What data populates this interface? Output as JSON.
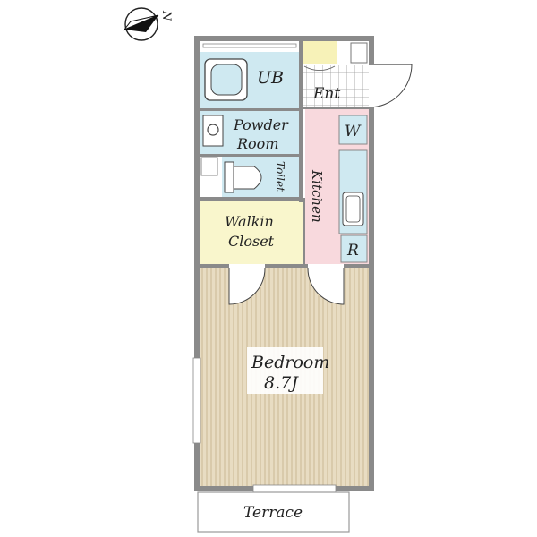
{
  "compass": {
    "label": "N"
  },
  "rooms": {
    "ub": "UB",
    "ent": "Ent",
    "powder_room_line1": "Powder",
    "powder_room_line2": "Room",
    "toilet": "Toilet",
    "kitchen": "Kitchen",
    "washer": "W",
    "refrigerator": "R",
    "walkin_closet_line1": "Walkin",
    "walkin_closet_line2": "Closet",
    "bedroom_line1": "Bedroom",
    "bedroom_line2": "8.7J",
    "terrace": "Terrace"
  },
  "colors": {
    "wall": "#8a8a8a",
    "wet_area": "#cfe9f1",
    "kitchen": "#f8d9dd",
    "closet": "#f9f6cc",
    "entrance_floor": "#f7f2b8",
    "bedroom_floor": "#e8dcc2",
    "bedroom_line": "#c7b48f"
  }
}
